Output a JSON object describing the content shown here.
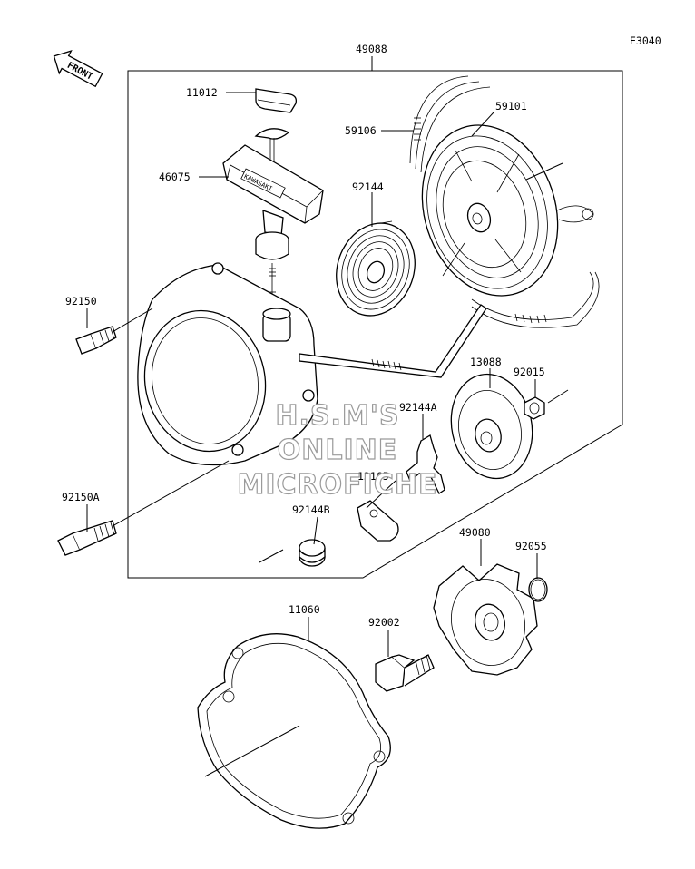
{
  "diagram_code": "E3040",
  "front_label": "FRONT",
  "watermark": [
    "H.S.M'S",
    "ONLINE",
    "MICROFICHE"
  ],
  "parts": {
    "p49088": "49088",
    "p11012": "11012",
    "p46075": "46075",
    "p59106": "59106",
    "p59101": "59101",
    "p92144": "92144",
    "p92150": "92150",
    "p13088": "13088",
    "p92015": "92015",
    "p92144A": "92144A",
    "p13165": "13165",
    "p92150A": "92150A",
    "p92144B": "92144B",
    "p49080": "49080",
    "p92055": "92055",
    "p11060": "11060",
    "p92002": "92002"
  },
  "handle_brand": "KAWASAKI"
}
